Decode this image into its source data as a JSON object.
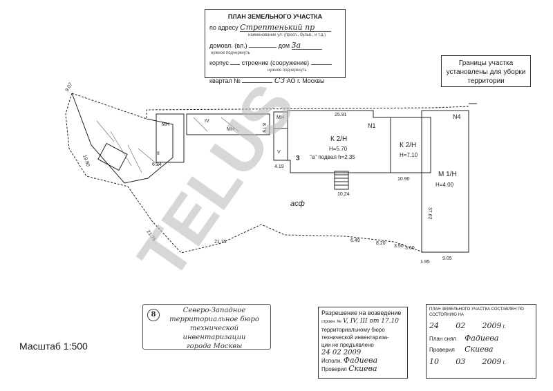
{
  "title_block": {
    "title": "ПЛАН ЗЕМЕЛЬНОГО УЧАСТКА",
    "address_label": "по адресу",
    "address_value": "Стрептенький пр",
    "address_hint": "наименование ул. (просп., бульв., и т.д.)",
    "domovl_label": "домовл. (вл.)",
    "dom_label": "дом",
    "dom_value": "3а",
    "needed_1": "нужное подчеркнуть",
    "korpus_label": "корпус",
    "stroenie_label": "строение (сооружение)",
    "needed_2": "нужное подчеркнуть",
    "kvartal_label": "квартал №",
    "kvartal_value": "СЗ",
    "kvartal_tail": "АО г. Москвы"
  },
  "boundary_note": "Границы участка установлены для уборки территории",
  "plan_labels": {
    "dim_907": "9.07",
    "dim_1980": "19.80",
    "dim_2175": "21.75",
    "dim_2175b": "21.75",
    "dim_2591": "25.91",
    "dim_1090": "10.90",
    "dim_3762": "37.62",
    "dim_905": "9.05",
    "dim_195": "1.95",
    "dim_649": "6.49",
    "dim_820": "8.20",
    "dim_350": "3.50",
    "dim_360": "3.60",
    "dim_634": "6.34",
    "dim_419": "4.19",
    "dim_1024": "10.24",
    "dim_879": "8.79",
    "mn_1": "МН",
    "mn_2": "МН",
    "mn_3": "МН",
    "r_iv": "IV",
    "r_iii": "III",
    "r_v": "V",
    "n1": "N1",
    "n4": "N4",
    "k_main": "К 2/Н",
    "k_main_h": "Н=5.70",
    "k_main_a": "\"а\" подвал h=2.35",
    "k_main_num": "3",
    "k_right": "К 2/Н",
    "k_right_h": "Н=7.10",
    "m_label": "М 1/Н",
    "m_h": "Н=4.00",
    "asph": "асф"
  },
  "watermark": "TELUS",
  "stamp_bti": {
    "num": "8",
    "line1": "Северо-Западное",
    "line2": "территориальное бюро",
    "line3": "технической инвентаризации",
    "line4": "города Москвы"
  },
  "scale": "Масштаб 1:500",
  "permit": {
    "title": "Разрешение на возведение",
    "line1_label": "строен. №",
    "line1_value": "V, IV, III от 17.10",
    "line2": "территориальному бюро",
    "line3": "технической инвентариза-",
    "line4": "ции не предъявлено",
    "date_value": "24 02 2009",
    "sign_label": "Исполн.",
    "sign_value": "Фадиева",
    "check_label": "Проверил",
    "check_value": "Скиева"
  },
  "state_block": {
    "title": "ПЛАН ЗЕМЕЛЬНОГО УЧАСТКА СОСТАВЛЕН ПО СОСТОЯНИЮ НА",
    "date1_day": "24",
    "date1_month": "02",
    "date1_year": "2009",
    "year_suffix": "г.",
    "plan_label": "План снял",
    "plan_value": "Фадиева",
    "check_label": "Проверил",
    "check_value": "Скиева",
    "date2_day": "10",
    "date2_month": "03",
    "date2_year": "2009"
  },
  "colors": {
    "ink": "#1a1a1a",
    "watermark": "#b8b8b8",
    "stamp_faint": "#c8c8c8"
  }
}
